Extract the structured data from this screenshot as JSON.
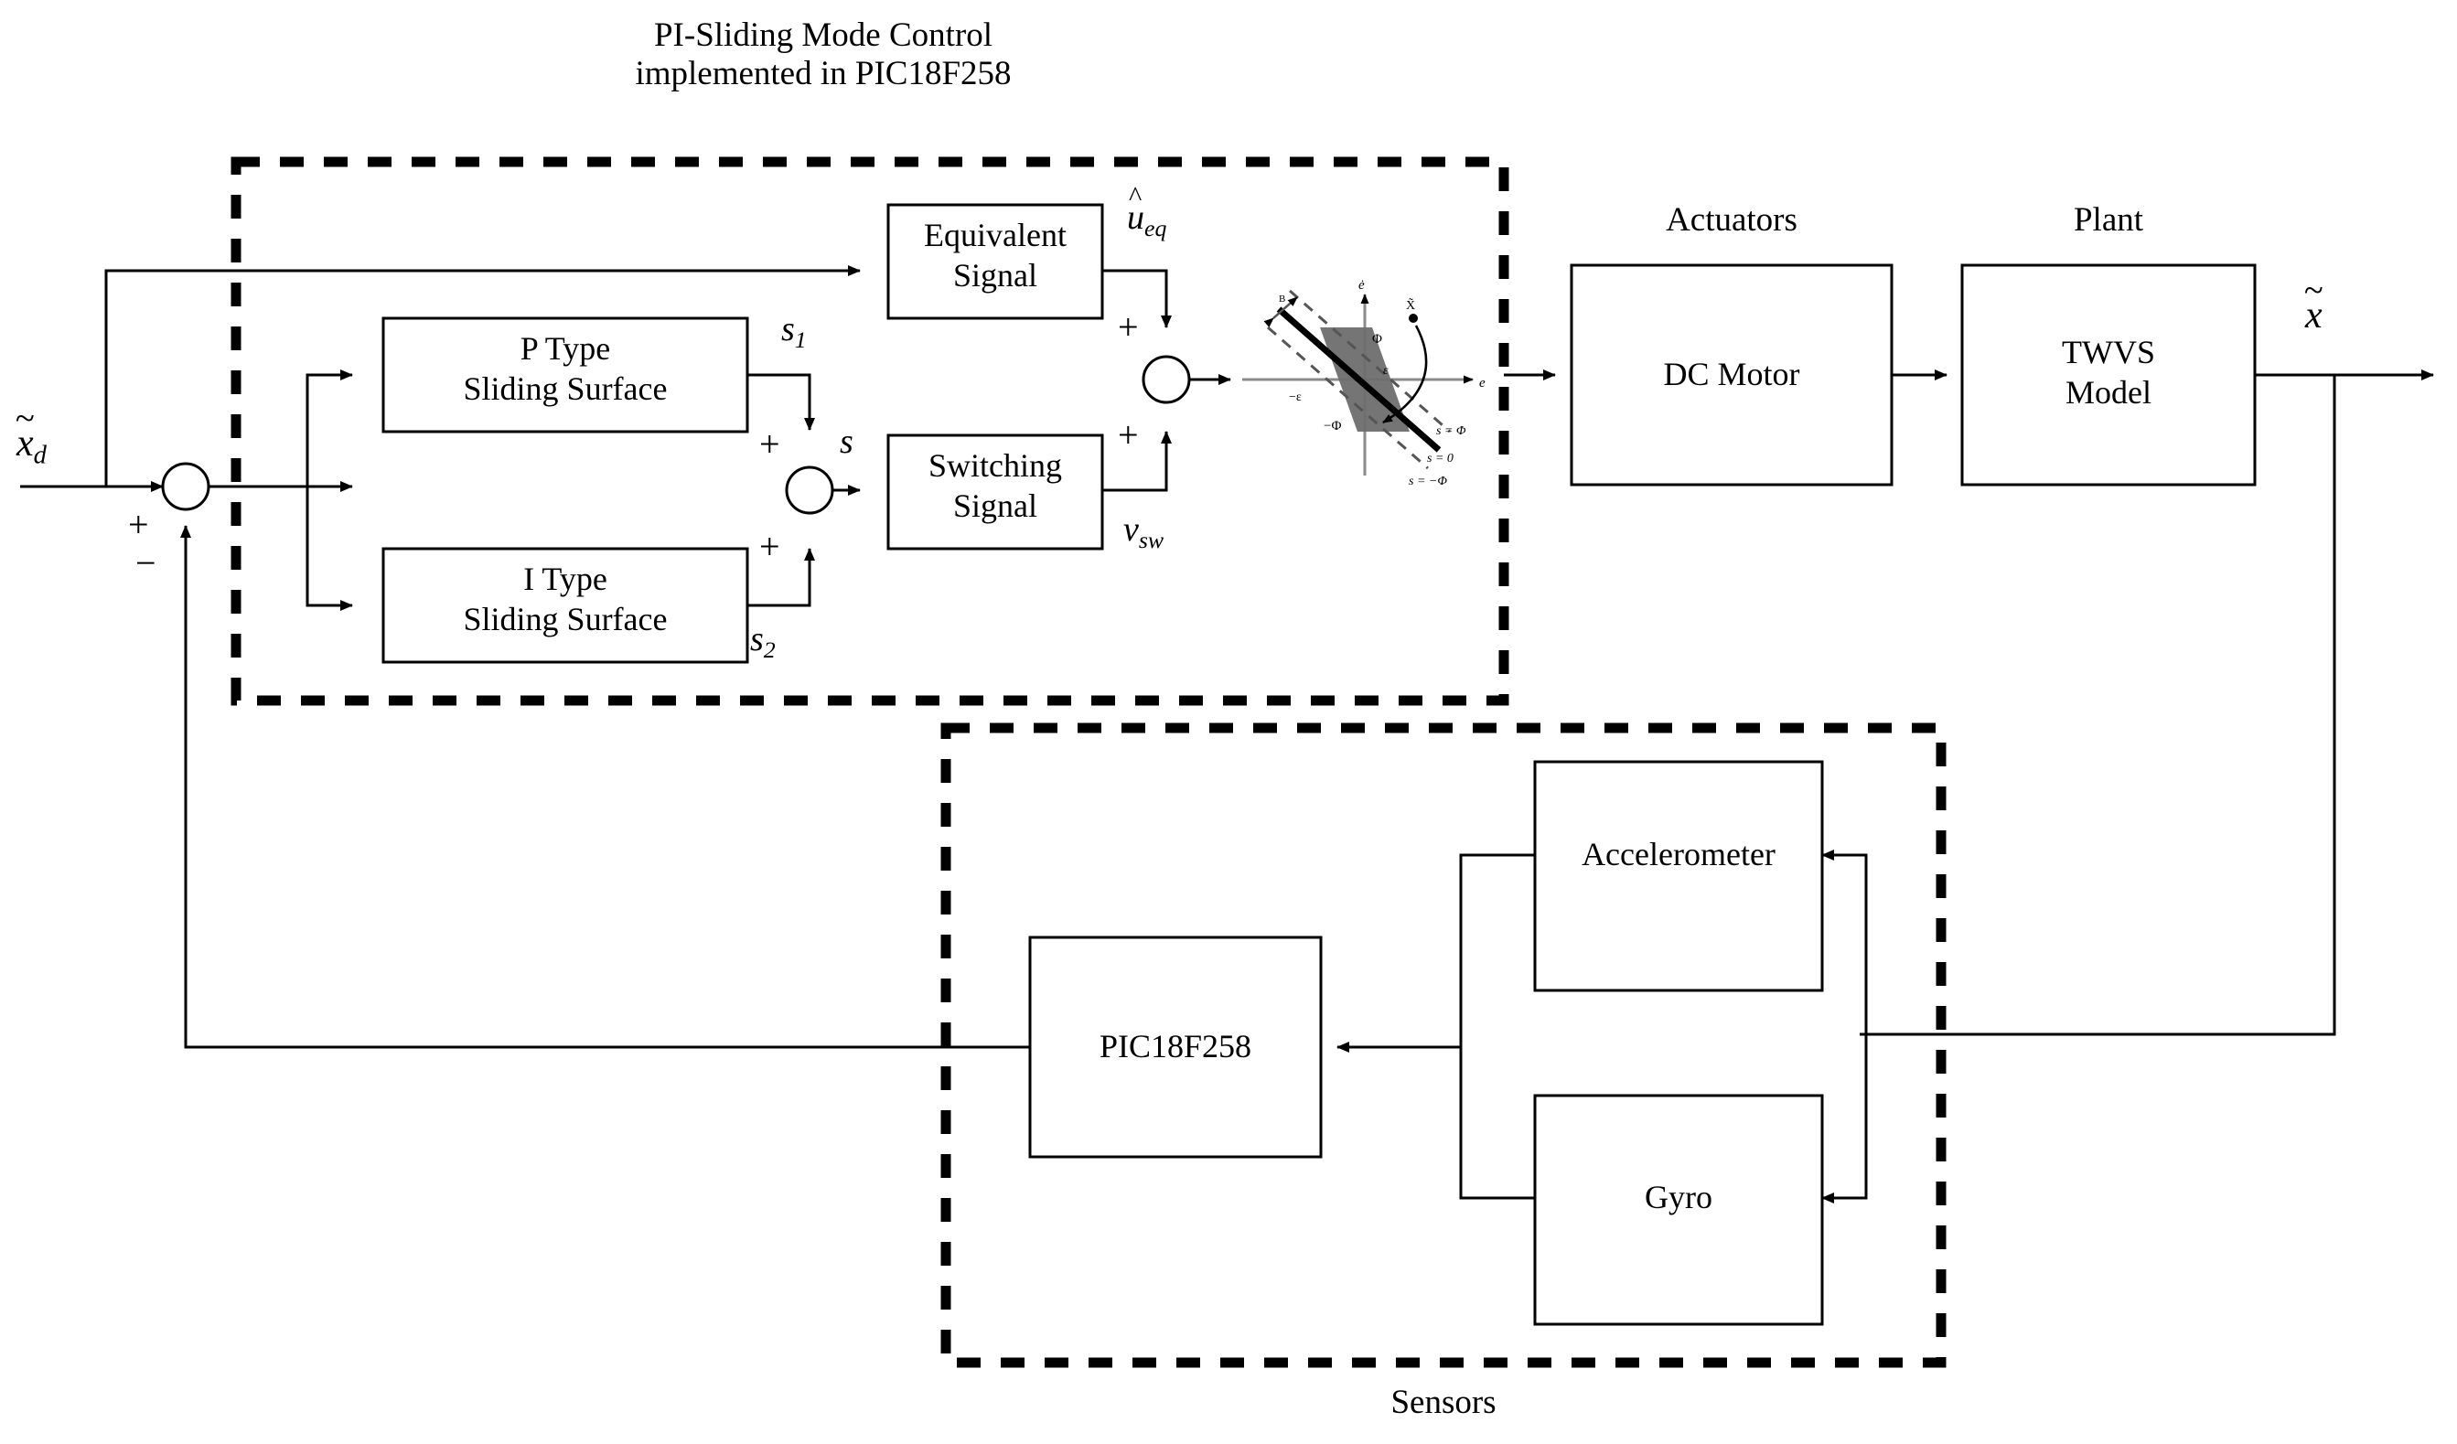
{
  "diagram": {
    "title_line1": "PI-Sliding Mode Control",
    "title_line2": "implemented in PIC18F258",
    "bottom_caption": "Sensors",
    "group_labels": {
      "actuators": "Actuators",
      "plant": "Plant",
      "controller_dashed": "PI-Sliding Mode Control implemented in PIC18F258",
      "sensors_dashed": "Sensors"
    },
    "blocks": [
      {
        "id": "p-type",
        "line1": "P Type",
        "line2": "Sliding Surface"
      },
      {
        "id": "i-type",
        "line1": "I Type",
        "line2": "Sliding Surface"
      },
      {
        "id": "equivalent",
        "line1": "Equivalent",
        "line2": "Signal"
      },
      {
        "id": "switching",
        "line1": "Switching",
        "line2": "Signal"
      },
      {
        "id": "dc-motor",
        "line1": "DC Motor",
        "line2": ""
      },
      {
        "id": "twvs",
        "line1": "TWVS",
        "line2": "Model"
      },
      {
        "id": "pic",
        "line1": "PIC18F258",
        "line2": ""
      },
      {
        "id": "accelerometer",
        "line1": "Accelerometer",
        "line2": ""
      },
      {
        "id": "gyro",
        "line1": "Gyro",
        "line2": ""
      }
    ],
    "signals": {
      "reference": "x",
      "reference_sub": "d",
      "output": "x",
      "s1": "s",
      "s1_sub": "1",
      "s2": "s",
      "s2_sub": "2",
      "s": "s",
      "u_eq": "u",
      "u_eq_sub": "eq",
      "v_sw": "v",
      "v_sw_sub": "sw"
    },
    "summing_signs": {
      "error_plus": "+",
      "error_minus": "−",
      "surface_plus_top": "+",
      "surface_plus_bottom": "+",
      "control_plus_top": "+",
      "control_plus_bottom": "+"
    },
    "inset": {
      "name": "sliding-mode-boundary-layer",
      "axis_x": "e",
      "axis_y": "ė",
      "labels": {
        "phi": "Φ",
        "neg_phi": "−Φ",
        "eps": "ε",
        "neg_eps": "−ε",
        "boundary": "B",
        "state": "X",
        "s_plus_phi": "s = Φ",
        "s_zero": "s = 0",
        "s_minus_phi": "s = −Φ"
      },
      "fill_color": "#6e6e6e",
      "axis_color": "#8a8a8a"
    },
    "colors": {
      "line": "#000000",
      "background": "#ffffff",
      "dashed_border": "#000000"
    }
  }
}
